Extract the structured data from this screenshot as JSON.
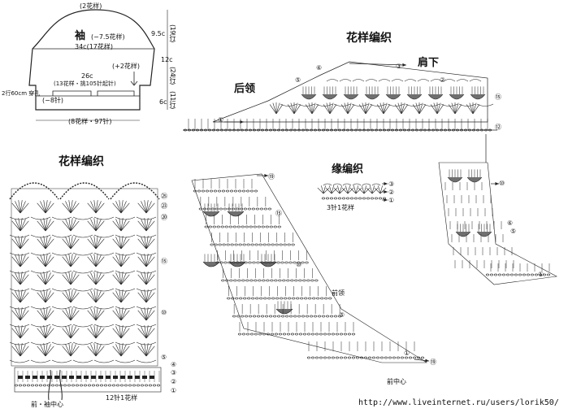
{
  "sleeve": {
    "title": "袖",
    "top_repeat": "(2花样)",
    "minus_repeat": "(−7.5花样)",
    "width_34": "34c(17花样)",
    "plus_repeat": "(+2花样)",
    "width_26": "26c",
    "cast_on": "(13花样・挑105针起针)",
    "hole": "2行60cm 穿孔",
    "minus_8": "(−8针)",
    "bottom": "(8花样・97针)",
    "h1": "9.5c",
    "h1_rows": "(19行)",
    "h2": "12c",
    "h2_rows": "(24行)",
    "h3": "6c",
    "h3_rows": "(11行)"
  },
  "top_chart": {
    "title": "花样编织",
    "back_neck": "后领",
    "shoulder": "肩下",
    "row_labels": [
      "⑥",
      "⑤",
      "③",
      "②",
      "①",
      "⑮",
      "⑫"
    ]
  },
  "left_chart": {
    "title": "花样编织",
    "row_labels": [
      "㉕",
      "㉓",
      "⑳",
      "⑮",
      "⑩",
      "⑤",
      "④",
      "③",
      "②",
      "①"
    ],
    "front_center": "前・袖中心",
    "repeat": "12针1花样"
  },
  "front_neck": {
    "title": "前领",
    "center": "前中心",
    "row_labels": [
      "⑲",
      "⑮",
      "⑩",
      "⑤",
      "①",
      "⑲"
    ]
  },
  "edging": {
    "title": "缘编织",
    "repeat": "3针1花样",
    "row_labels": [
      "③",
      "②",
      "①"
    ]
  },
  "right_chart": {
    "row_labels": [
      "⑩",
      "⑥",
      "⑤",
      "①"
    ]
  },
  "watermark": "http://www.liveinternet.ru/users/lorik50/"
}
